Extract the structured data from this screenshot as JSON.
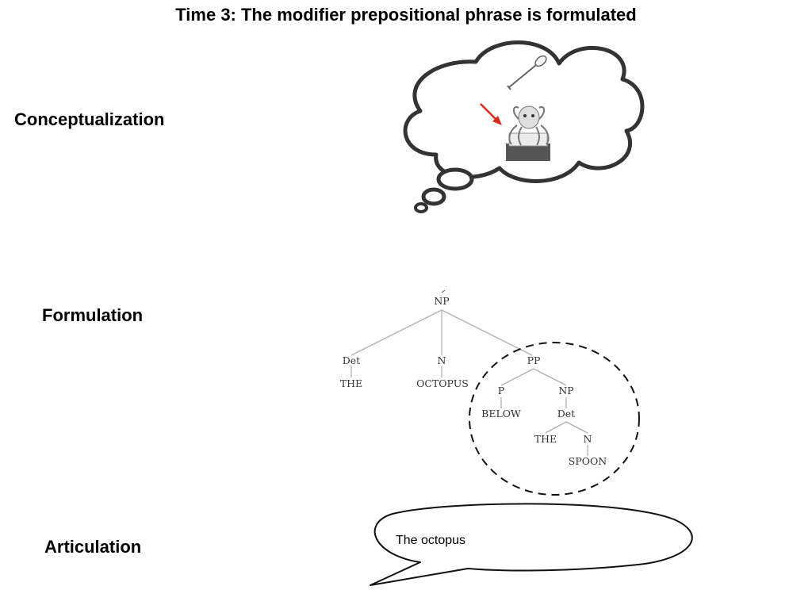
{
  "slide": {
    "title": "Time 3: The modifier prepositional phrase is formulated"
  },
  "stages": {
    "conceptualization": "Conceptualization",
    "formulation": "Formulation",
    "articulation": "Articulation"
  },
  "tree": {
    "root": "NP",
    "det": "Det",
    "det_word": "THE",
    "noun": "N",
    "noun_word": "OCTOPUS",
    "pp": "PP",
    "p": "P",
    "p_word": "BELOW",
    "np2": "NP",
    "det2": "Det",
    "det2_word": "THE",
    "noun2": "N",
    "noun2_word": "SPOON"
  },
  "speech": {
    "text": "The octopus"
  },
  "icons": {
    "thought": "thought-bubble-icon",
    "spoon": "spoon-icon",
    "octopus": "octopus-icon",
    "arrow": "red-arrow-icon"
  },
  "colors": {
    "arrow": "#d8291c",
    "tree_lines": "#b0b0b0"
  }
}
